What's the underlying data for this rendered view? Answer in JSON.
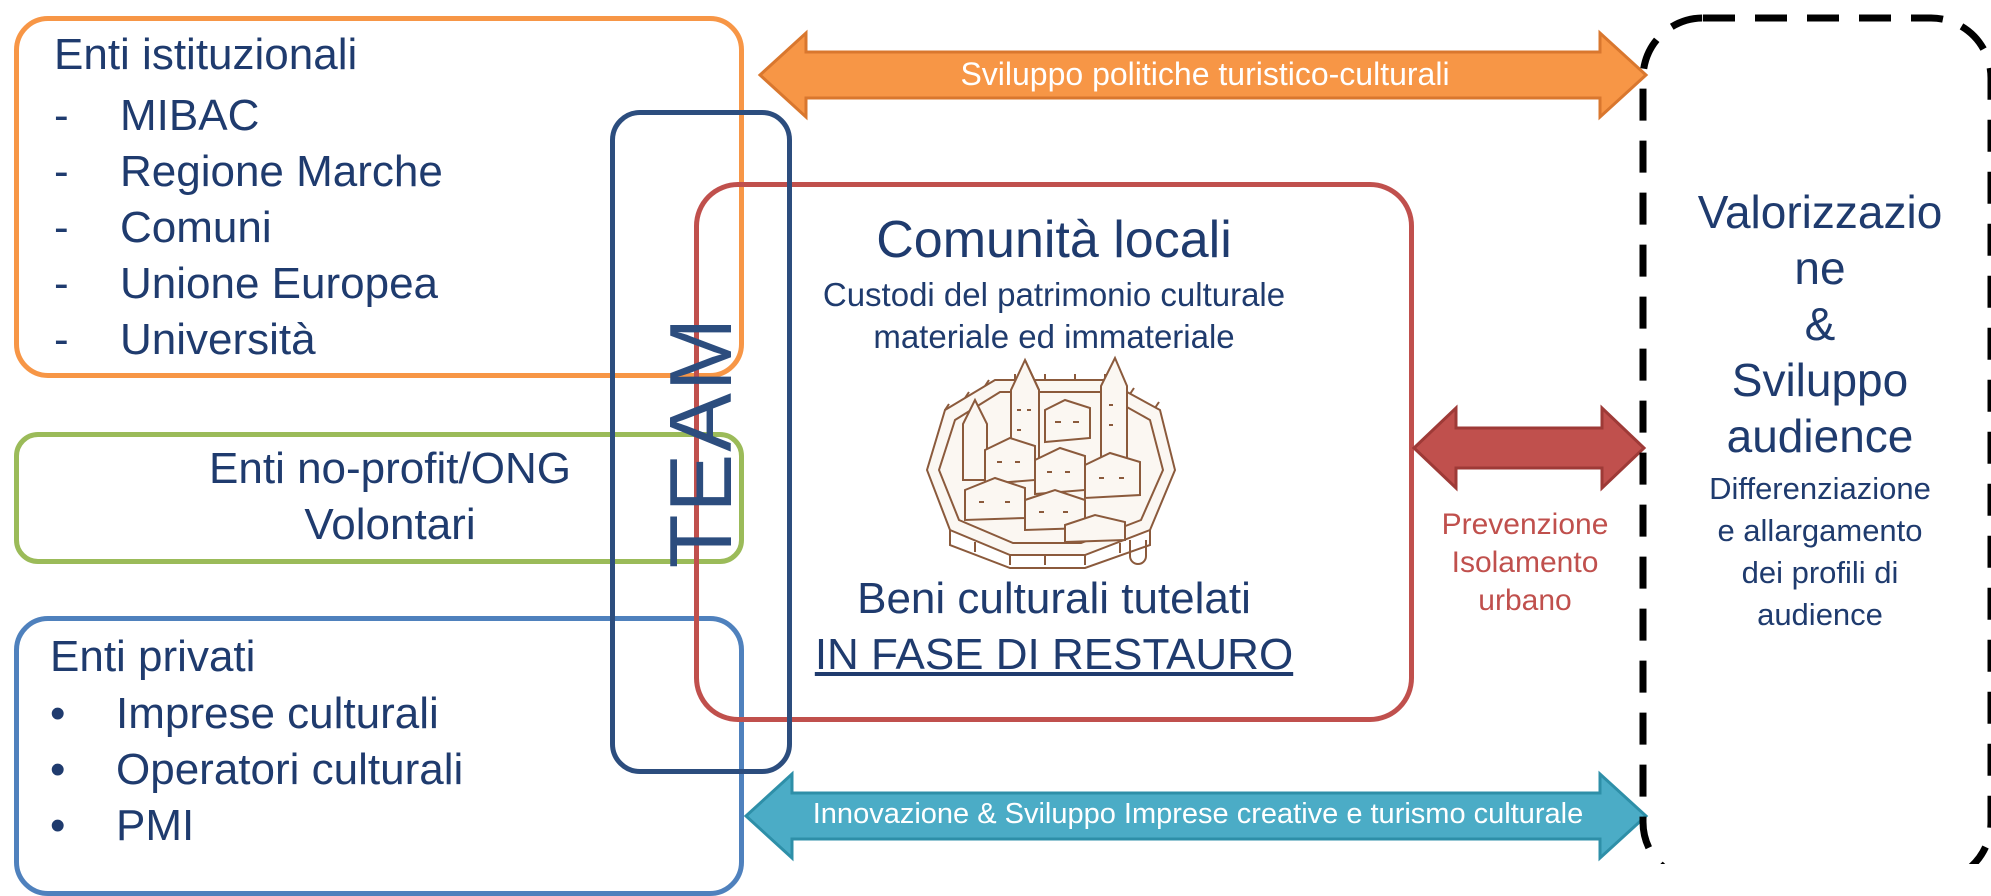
{
  "institutional": {
    "title": "Enti istituzionali",
    "marker": "-",
    "items": [
      "MIBAC",
      "Regione Marche",
      "Comuni",
      "Unione Europea",
      "Università"
    ]
  },
  "nonprofit": {
    "line1": "Enti no-profit/ONG",
    "line2": "Volontari"
  },
  "private": {
    "title": "Enti privati",
    "marker": "•",
    "items": [
      "Imprese culturali",
      "Operatori culturali",
      "PMI"
    ]
  },
  "team": {
    "label": "TEAM"
  },
  "center": {
    "title": "Comunità locali",
    "subtitle_line1": "Custodi del patrimonio culturale",
    "subtitle_line2": "materiale ed immateriale",
    "bottom_line1": "Beni culturali tutelati",
    "bottom_line2": "IN FASE DI RESTAURO",
    "illustration": "walled-town-icon"
  },
  "arrows": {
    "top": "Sviluppo politiche turistico-culturali",
    "bottom": "Innovazione & Sviluppo Imprese creative e turismo culturale",
    "middle_caption": [
      "Prevenzione",
      "Isolamento",
      "urbano"
    ]
  },
  "right": {
    "lines": [
      "Valorizzazio",
      "ne",
      "&",
      "Sviluppo",
      "audience"
    ],
    "detail": [
      "Differenziazione",
      "e allargamento",
      "dei profili di",
      "audience"
    ]
  },
  "colors": {
    "orange": "#F79646",
    "green": "#9BBB59",
    "blue": "#4F81BD",
    "navy": "#2C4D7E",
    "red": "#C0504D",
    "teal": "#4BACC6",
    "text": "#1F3B6E"
  }
}
